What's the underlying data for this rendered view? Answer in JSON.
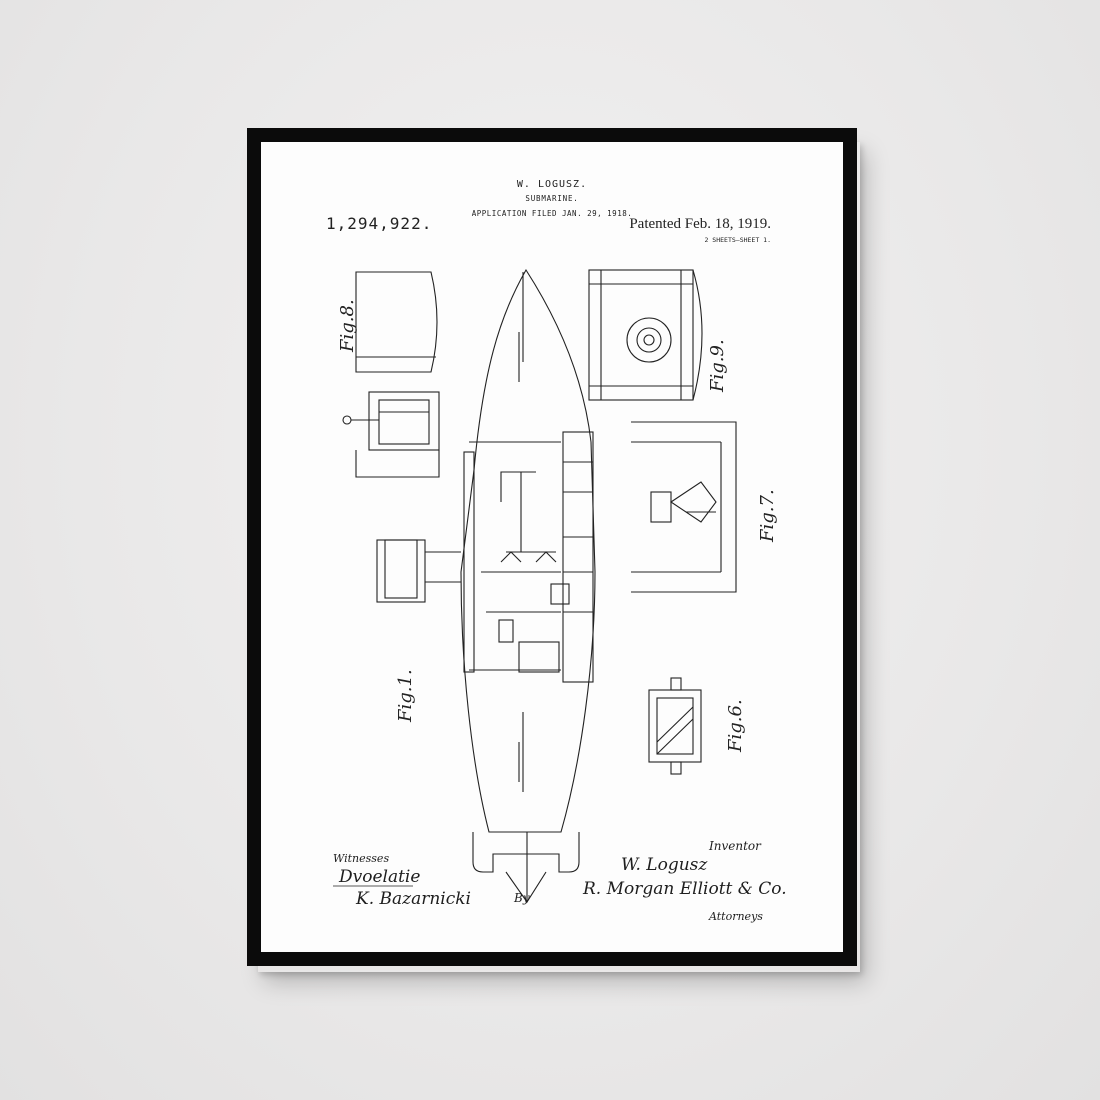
{
  "patent": {
    "inventor_name": "W. LOGUSZ.",
    "subject": "SUBMARINE.",
    "application": "APPLICATION FILED JAN. 29, 1918.",
    "number": "1,294,922.",
    "patented": "Patented Feb. 18, 1919.",
    "sheets": "2 SHEETS—SHEET 1."
  },
  "figures": {
    "fig1": "Fig.1.",
    "fig6": "Fig.6.",
    "fig7": "Fig.7.",
    "fig8": "Fig.8.",
    "fig9": "Fig.9."
  },
  "signatures": {
    "witnesses_label": "Witnesses",
    "witness1": "Dvoelatie",
    "witness2": "K. Bazarnicki",
    "inventor_label": "Inventor",
    "inventor": "W. Logusz",
    "attorneys_firm": "R. Morgan Elliott & Co.",
    "attorneys_label": "Attorneys",
    "by": "By"
  },
  "colors": {
    "wall": "#e9e8e8",
    "frame": "#0b0b0b",
    "paper": "#fdfdfd",
    "ink": "#222222"
  }
}
